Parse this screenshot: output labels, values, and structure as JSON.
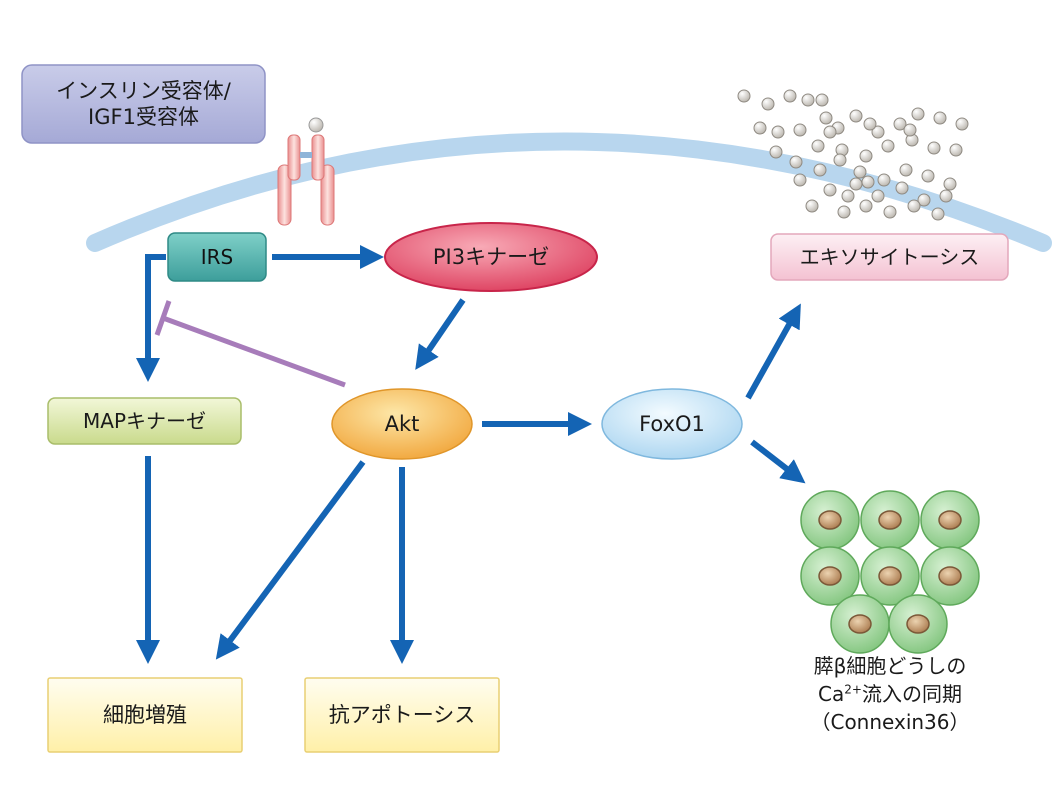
{
  "nodes": {
    "receptor_label": "インスリン受容体/\nIGF1受容体",
    "irs": "IRS",
    "pi3k": "PI3キナーゼ",
    "akt": "Akt",
    "foxo1": "FoxO1",
    "map_kinase": "MAPキナーゼ",
    "exocytosis": "エキソサイトーシス",
    "proliferation": "細胞増殖",
    "anti_apoptosis": "抗アポトーシス",
    "beta_sync_line1": "膵β細胞どうしの",
    "beta_sync_line2_pre": "Ca",
    "beta_sync_line2_sup": "2+",
    "beta_sync_line2_post": "流入の同期",
    "beta_sync_line3": "（Connexin36）"
  },
  "colors": {
    "arrow": "#1464b4",
    "inhibit": "#a77cba",
    "membrane": "#b8d6ee",
    "receptor_box": "#b9bce0",
    "irs_box": "#5db8b3",
    "pi3k": "#e8546f",
    "akt": "#f5b040",
    "foxo1": "#bfe0f5",
    "map_box": "#d9e6a8",
    "exo_box": "#f9d5e0",
    "outcome_box": "#fff3b8",
    "cell": "#8fcf8a",
    "nucleus": "#b58a5f",
    "granule": "#d9d6d0"
  }
}
